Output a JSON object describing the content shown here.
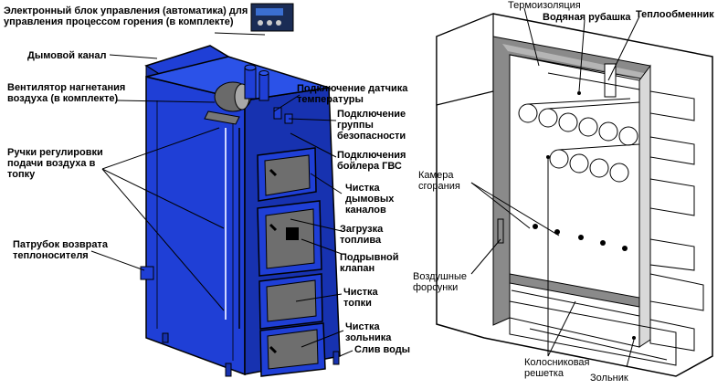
{
  "left_labels": {
    "control_unit": "Электронный блок управления (автоматика) для\nуправления процессом горения (в комплекте)",
    "smoke_channel": "Дымовой канал",
    "fan": "Вентилятор нагнетания\nвоздуха (в комплекте)",
    "air_handles": "Ручки регулировки\nподачи воздуха в\nтопку",
    "return_pipe": "Патрубок возврата\nтеплоносителя",
    "temp_sensor": "Подключение датчика\nтемпературы",
    "safety_group": "Подключение\nгруппы\nбезопасности",
    "dhw_boiler": "Подключения\nбойлера ГВС",
    "smoke_clean": "Чистка\nдымовых\nканалов",
    "fuel_load": "Загрузка\nтоплива",
    "blow_valve": "Подрывной\nклапан",
    "firebox_clean": "Чистка\nтопки",
    "ash_clean": "Чистка\nзольника",
    "water_drain": "Слив воды"
  },
  "right_labels": {
    "insulation": "Термоизоляция",
    "water_jacket": "Водяная рубашка",
    "heat_exchanger": "Теплообменник",
    "combustion_chamber": "Камера\nсгорания",
    "air_nozzles": "Воздушные\nфорсунки",
    "grate": "Колосниковая\nрешетка",
    "ashpan": "Зольник"
  },
  "colors": {
    "boiler_blue": "#1f3fd6",
    "boiler_dark": "#0d1f8c",
    "door_gray": "#6e6e6e",
    "insulation_gray": "#8a8a8a"
  }
}
